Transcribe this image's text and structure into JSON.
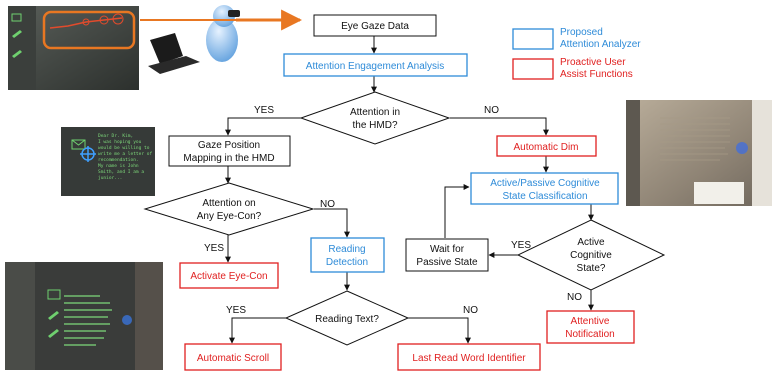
{
  "legend": {
    "proposed": {
      "line1": "Proposed",
      "line2": "Attention Analyzer",
      "color": "#2e8bd8"
    },
    "proactive": {
      "line1": "Proactive User",
      "line2": "Assist Functions",
      "color": "#e02020"
    }
  },
  "nodes": {
    "eye_gaze": "Eye Gaze Data",
    "attention_engagement": "Attention Engagement Analysis",
    "attention_hmd": {
      "line1": "Attention in",
      "line2": "the HMD?"
    },
    "gaze_mapping": {
      "line1": "Gaze Position",
      "line2": "Mapping in the HMD"
    },
    "automatic_dim": "Automatic Dim",
    "cognitive_classification": {
      "line1": "Active/Passive Cognitive",
      "line2": "State Classification"
    },
    "attention_eyecon": {
      "line1": "Attention on",
      "line2": "Any Eye-Con?"
    },
    "reading_detection": {
      "line1": "Reading",
      "line2": "Detection"
    },
    "wait_passive": {
      "line1": "Wait for",
      "line2": "Passive State"
    },
    "active_cognitive": {
      "line1": "Active",
      "line2": "Cognitive",
      "line3": "State?"
    },
    "activate_eyecon": "Activate Eye-Con",
    "reading_text": "Reading Text?",
    "attentive_notification": {
      "line1": "Attentive",
      "line2": "Notification"
    },
    "automatic_scroll": "Automatic Scroll",
    "last_read_word": "Last Read Word Identifier"
  },
  "edge_labels": {
    "yes": "YES",
    "no": "NO"
  },
  "photos": {
    "hmd_text": [
      "Dear Dr. Kim,",
      "I was hoping you",
      "would be willing to",
      "write me a letter of",
      "recommendation.",
      "My name is John",
      "Smith, and I am a",
      "junior..."
    ]
  },
  "colors": {
    "blue": "#2e8bd8",
    "red": "#e02020",
    "black": "#111111",
    "arrow_orange": "#e87722"
  }
}
